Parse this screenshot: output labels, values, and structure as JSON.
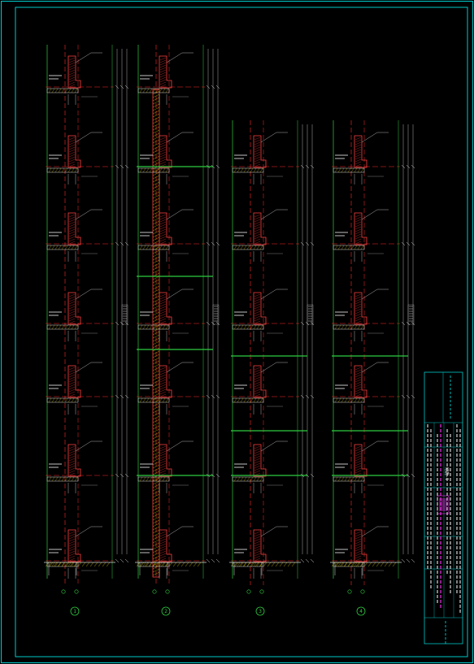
{
  "sheet": {
    "background": "#000000",
    "frame_color": "#00c8c8"
  },
  "colors": {
    "axis_red": "#ff2a2a",
    "concrete_red": "#ff4040",
    "floor_green": "#2ecc40",
    "dim_white": "#d9d9d9",
    "hatch_yellow": "#e6d200",
    "title_cyan": "#00c8c8",
    "title_magenta": "#ff33ff"
  },
  "details": [
    {
      "callout": "1"
    },
    {
      "callout": "2"
    },
    {
      "callout": "3"
    },
    {
      "callout": "4"
    }
  ],
  "title_block": {
    "drawing_no_label": "结施-1"
  }
}
